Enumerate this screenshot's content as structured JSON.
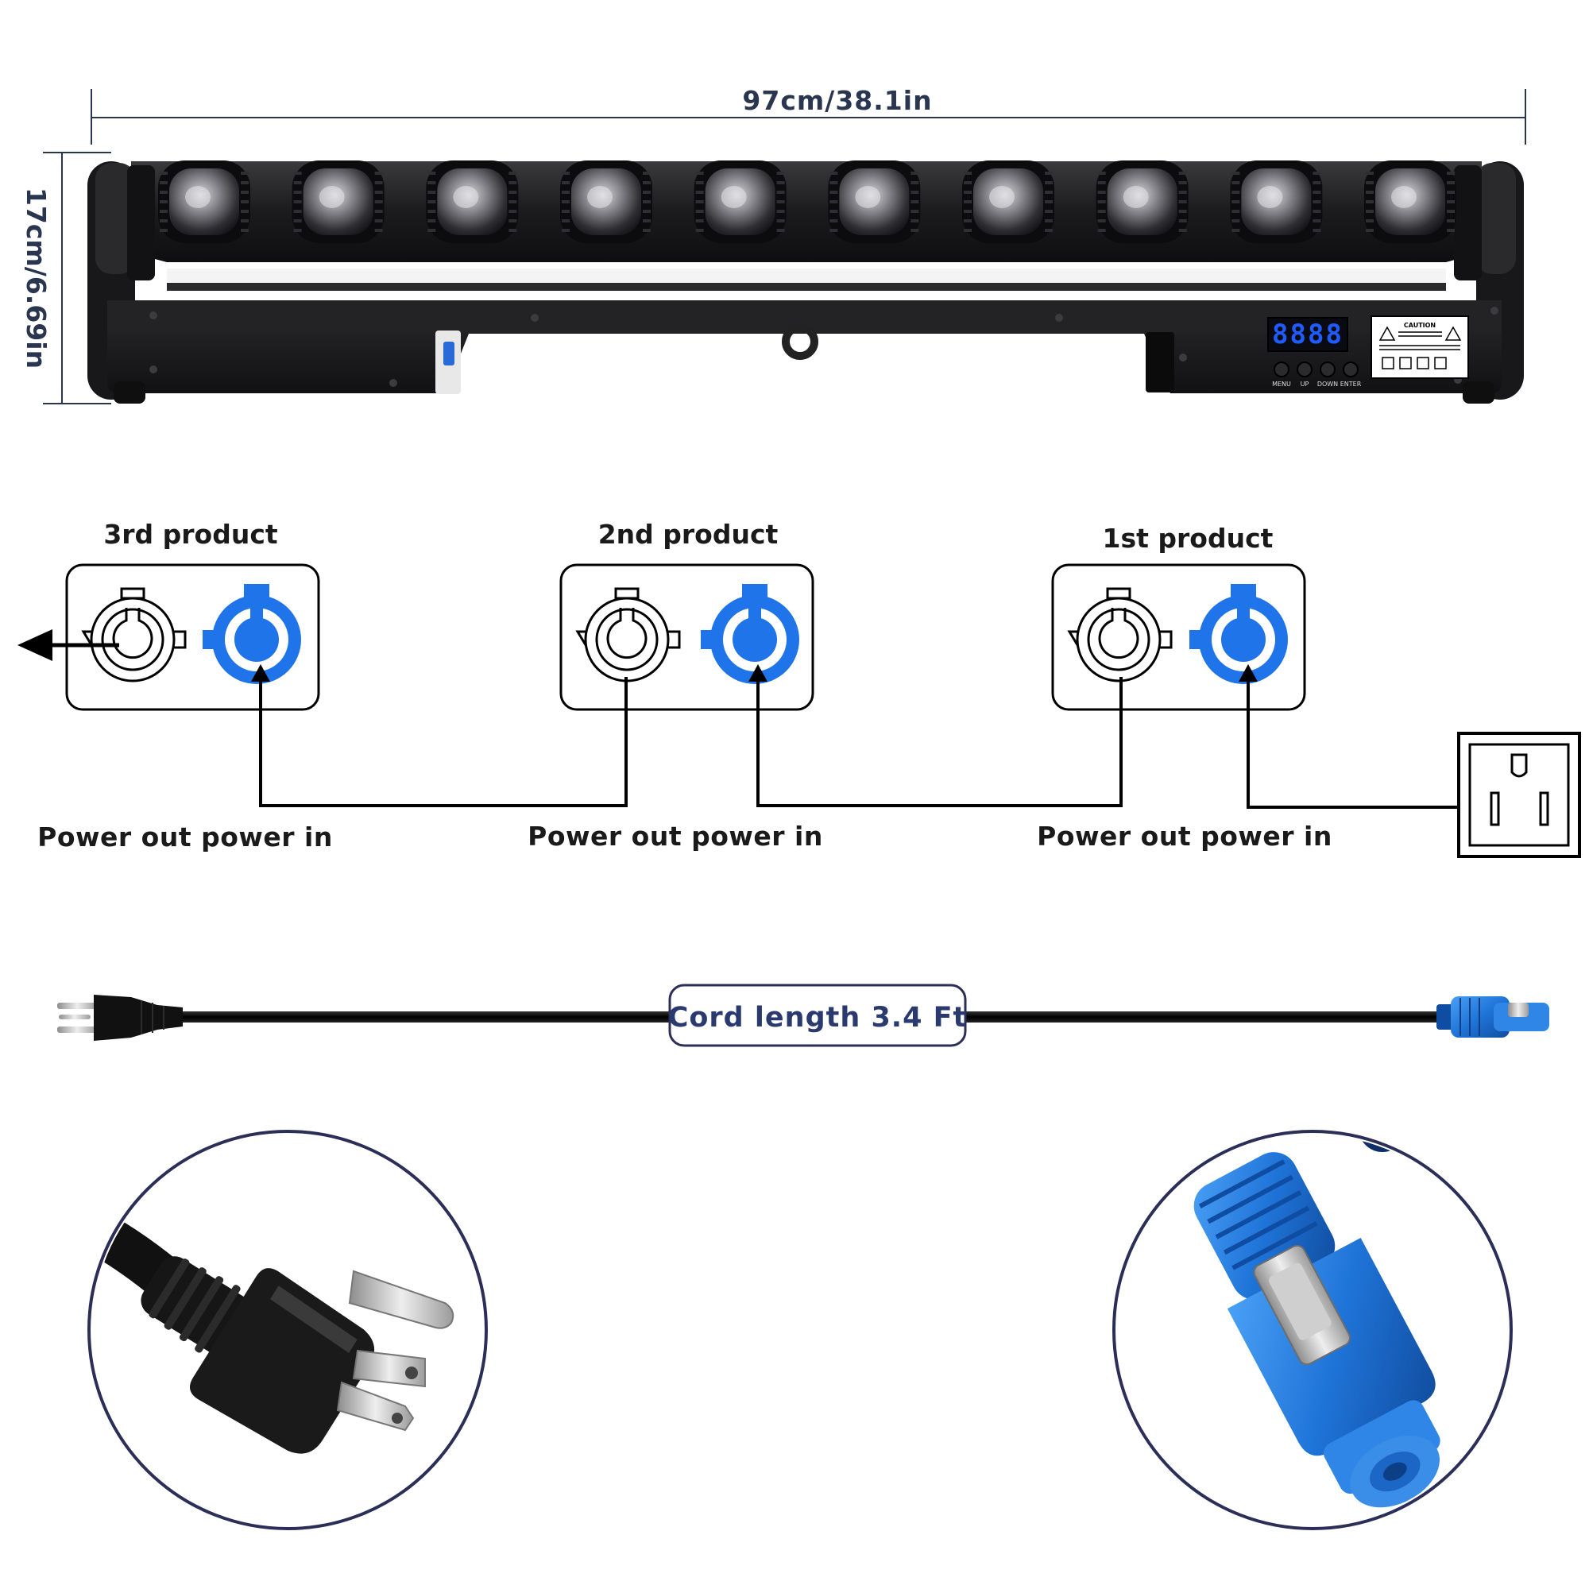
{
  "dimensions": {
    "width_label": "97cm/38.1in",
    "height_label": "17cm/6.69in"
  },
  "fixture": {
    "lens_count": 10,
    "display_digits": "8888",
    "buttons": [
      "MENU",
      "UP",
      "DOWN",
      "ENTER"
    ],
    "caution_label": "CAUTION"
  },
  "wiring": {
    "products": [
      {
        "title": "3rd product",
        "caption": "Power out power in"
      },
      {
        "title": "2nd product",
        "caption": "Power out power in"
      },
      {
        "title": "1st product",
        "caption": "Power out power in"
      }
    ]
  },
  "cord": {
    "label": "Cord length 3.4 Ft"
  },
  "colors": {
    "accent_blue": "#1e74e8",
    "dim_navy": "#2a3550",
    "circle_outline": "#2b2f58",
    "fixture_body": "#1c1c1e"
  },
  "icons": [
    "power-in-connector-icon",
    "power-out-connector-icon",
    "wall-outlet-icon",
    "us-plug-icon",
    "powercon-plug-icon"
  ]
}
